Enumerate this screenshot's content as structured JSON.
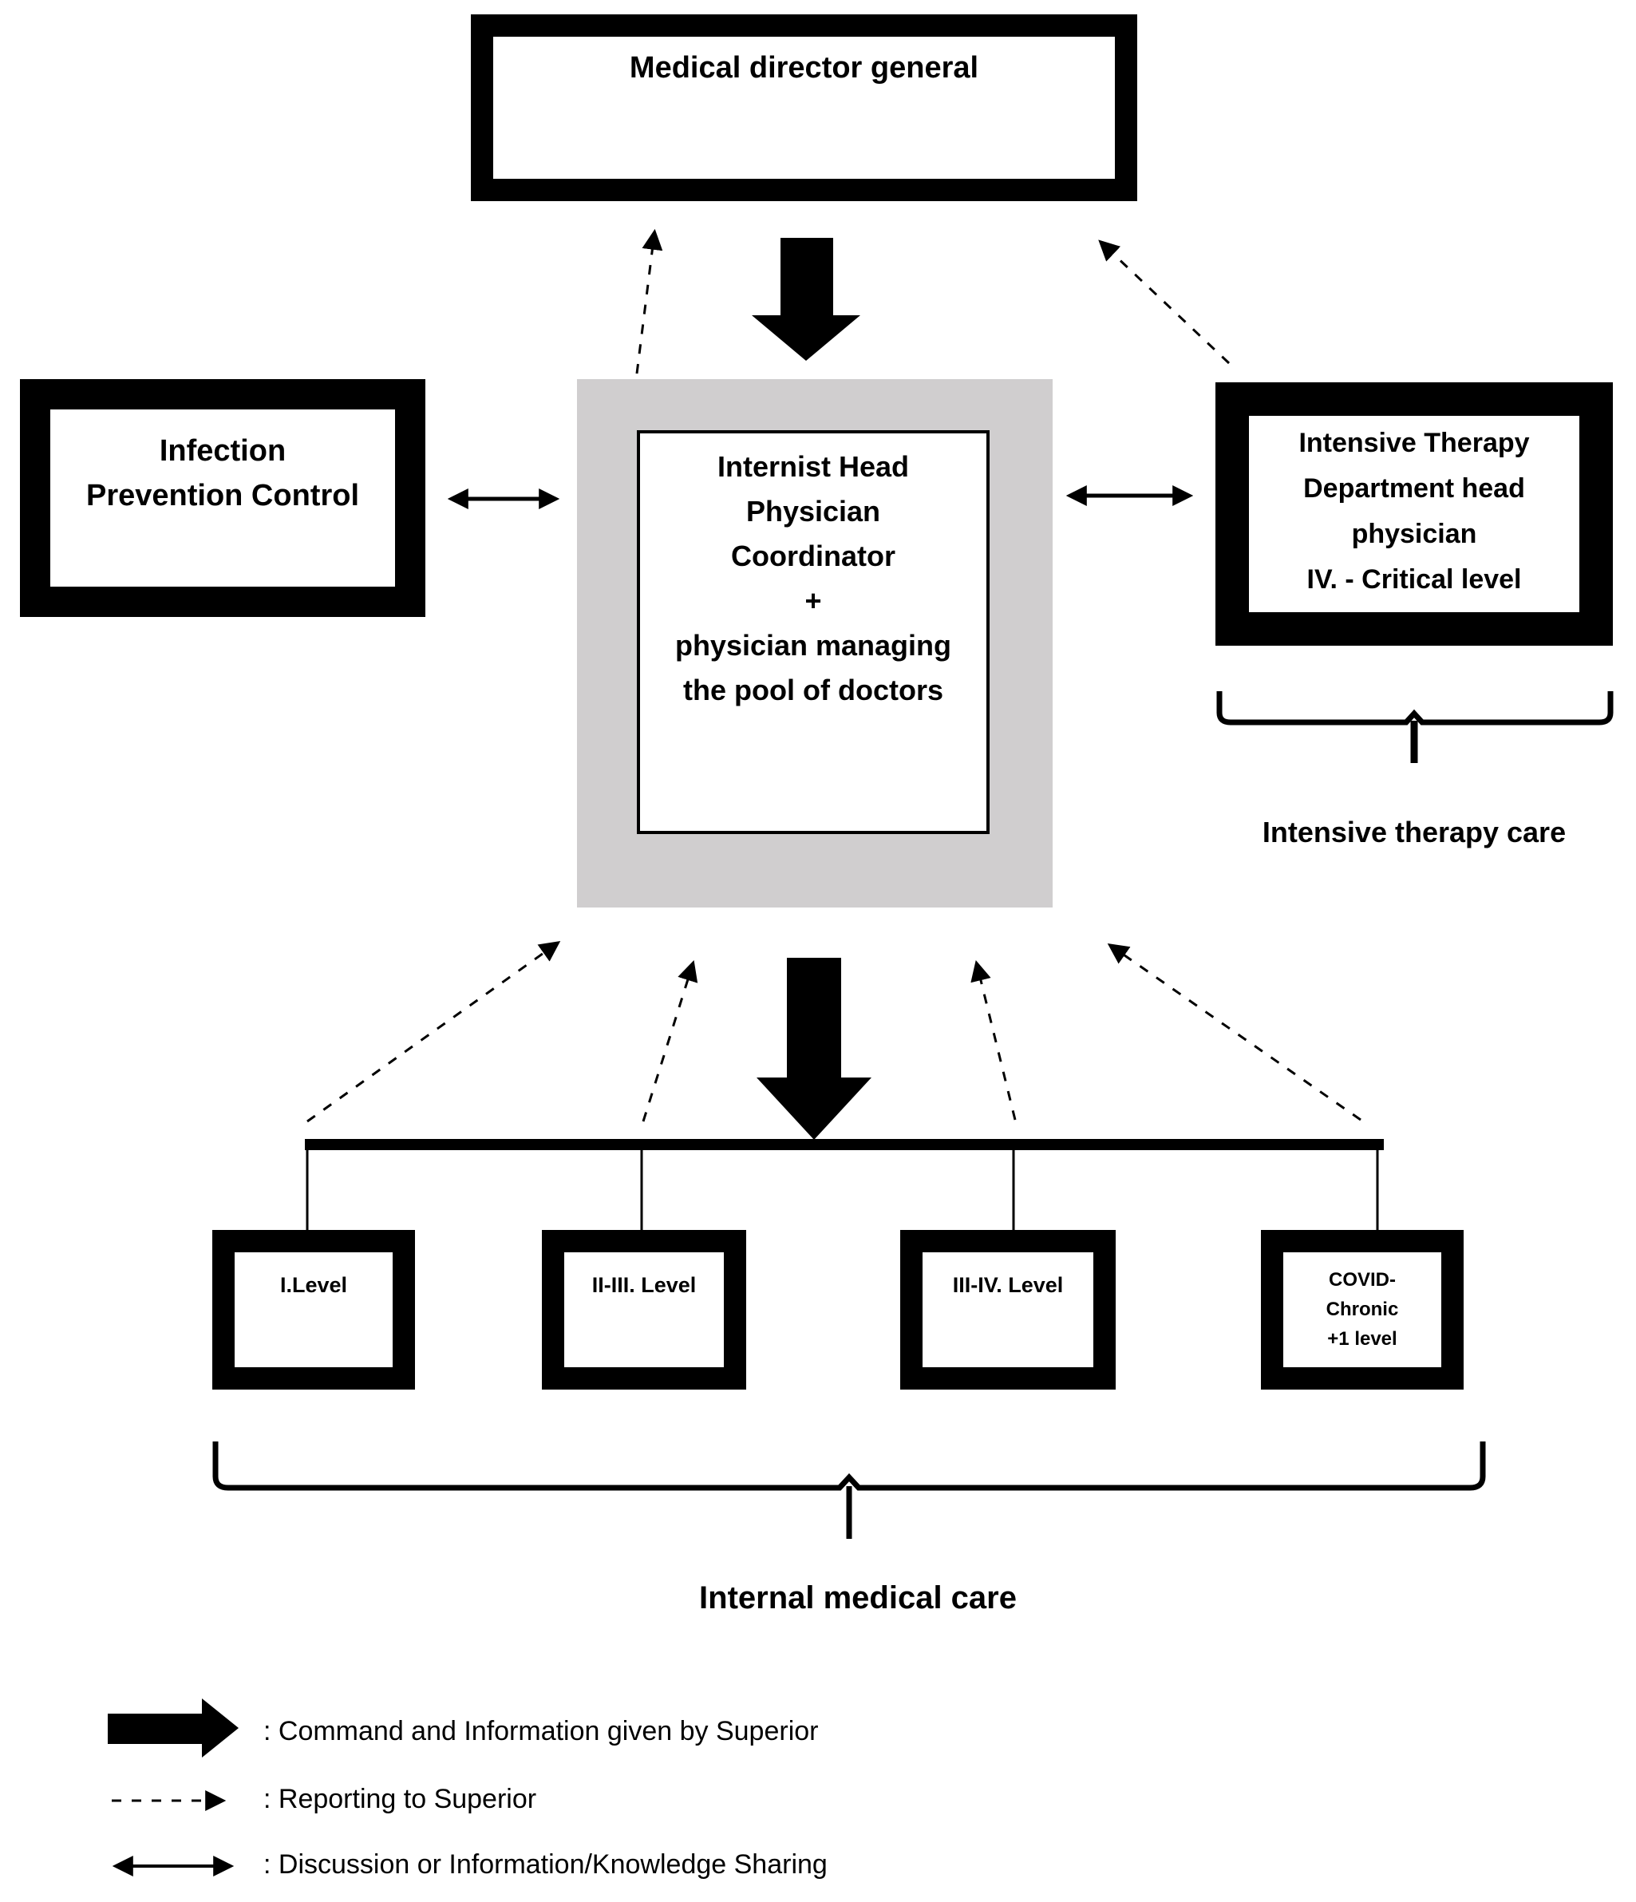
{
  "figure": {
    "background": "#ffffff",
    "highlight_gray": "#d0cecf",
    "line_color": "#000000"
  },
  "nodes": {
    "medical_director": {
      "label": "Medical director general"
    },
    "infection_prevention": {
      "label": "Infection\nPrevention Control"
    },
    "coordinator": {
      "label": "Internist Head\nPhysician\nCoordinator\n+\nphysician managing\nthe pool of doctors"
    },
    "intensive_therapy": {
      "label": "Intensive Therapy\nDepartment head\nphysician\nIV. - Critical level"
    },
    "level1": {
      "label": "I.Level"
    },
    "level2": {
      "label": "II-III. Level"
    },
    "level3": {
      "label": "III-IV. Level"
    },
    "covid_chronic": {
      "label": "COVID-\nChronic\n+1 level"
    }
  },
  "groups": {
    "intensive_care": {
      "label": "Intensive therapy care"
    },
    "internal_care": {
      "label": "Internal medical care"
    }
  },
  "legend": {
    "items": [
      {
        "symbol": "solid-block-arrow",
        "label": ": Command and Information given by Superior"
      },
      {
        "symbol": "dashed-arrow",
        "label": ": Reporting to Superior"
      },
      {
        "symbol": "double-headed-arrow",
        "label": ": Discussion or Information/Knowledge Sharing"
      }
    ]
  }
}
